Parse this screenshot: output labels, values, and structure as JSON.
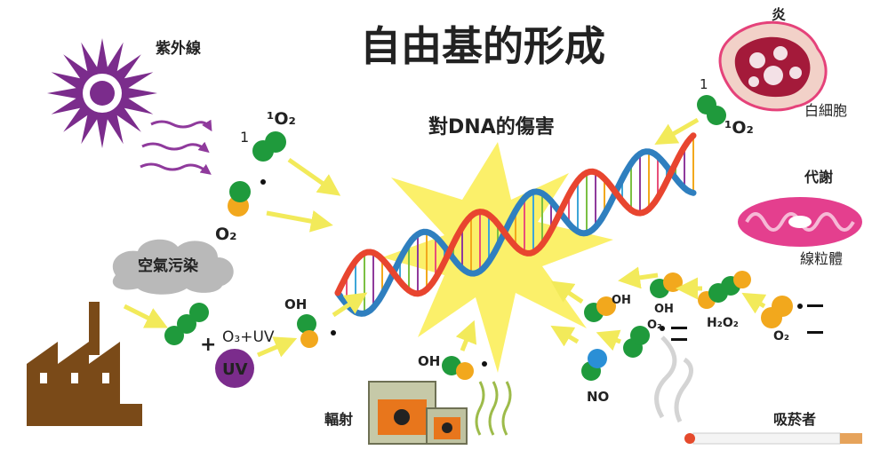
{
  "title": "自由基的形成",
  "center_label": "對DNA的傷害",
  "sources": {
    "uv": {
      "label": "紫外線"
    },
    "inflammation": {
      "label": "炎",
      "cell_label": "白細胞"
    },
    "metabolism": {
      "label": "代謝",
      "organelle_label": "線粒體"
    },
    "pollution": {
      "label": "空氣污染",
      "reaction": "O₃+UV",
      "badge": "UV"
    },
    "radiation": {
      "label": "輻射"
    },
    "smoking": {
      "label": "吸菸者"
    }
  },
  "molecules": {
    "singlet_o2_left": "¹O₂",
    "singlet_o2_right": "¹O₂",
    "sup1_left": "1",
    "sup1_right": "1",
    "o2_left": "O₂",
    "oh_pollution": "OH",
    "oh_radiation": "OH",
    "oh_right_top": "OH",
    "oh_right_mid": "OH",
    "superoxide_mid": "O₂",
    "h2o2": "H₂O₂",
    "superoxide_right": "O₂",
    "no": "NO"
  },
  "colors": {
    "arrow": "#f2ea5a",
    "molecule_green": "#1f9a3c",
    "molecule_orange": "#f2a81d",
    "molecule_blue": "#2a8fd6",
    "uv_purple": "#7b2c8c",
    "burst": "#fbf06a",
    "factory": "#7a4a18",
    "cloud": "#b9b9b9",
    "cell_pink": "#e5427a",
    "organelle_pink": "#e43f8e"
  }
}
